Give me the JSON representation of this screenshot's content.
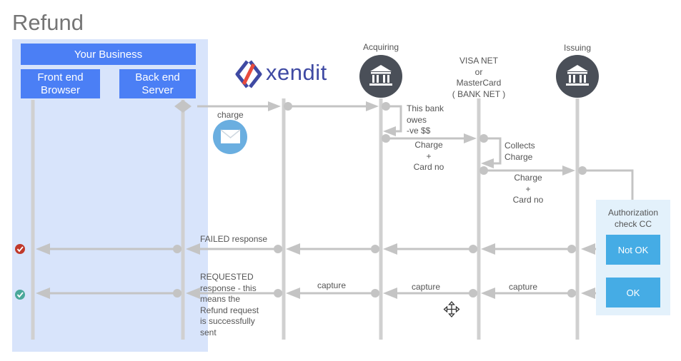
{
  "title": "Refund",
  "business": {
    "header": "Your Business",
    "front_end": "Front end\nBrowser",
    "back_end": "Back end\nServer"
  },
  "parties": {
    "xendit": "xendit",
    "acquiring": "Acquiring",
    "network": "VISA NET\nor\nMasterCard\n( BANK NET )",
    "issuing": "Issuing"
  },
  "messages": {
    "charge": "charge",
    "bank_owes": "This bank\nowes\n-ve $$",
    "charge_card_1": "Charge\n+\nCard no",
    "collects_charge": "Collects\nCharge",
    "charge_card_2": "Charge\n+\nCard no",
    "failed_response": "FAILED response",
    "requested_response": "REQUESTED\nresponse - this\nmeans the\nRefund request\nis successfully\nsent",
    "capture_1": "capture",
    "capture_2": "capture",
    "capture_3": "capture"
  },
  "authorization": {
    "title": "Authorization\ncheck CC",
    "not_ok": "Not OK",
    "ok": "OK"
  },
  "icons": {
    "envelope": "envelope-icon",
    "bank": "bank-icon",
    "failed": "failed-check-icon",
    "success": "success-check-icon",
    "move": "move-cursor-icon"
  },
  "colors": {
    "business_panel": "#d8e4fb",
    "business_blue": "#4b7ff5",
    "line_gray": "#c8c8c8",
    "bank_circle": "#4a4f58",
    "auth_panel": "#e3f1fb",
    "auth_button": "#45ace5",
    "xendit_blue": "#3f4aa3",
    "xendit_red": "#e84c3d",
    "failed_red": "#c0392b",
    "success_teal": "#4aa89a"
  }
}
